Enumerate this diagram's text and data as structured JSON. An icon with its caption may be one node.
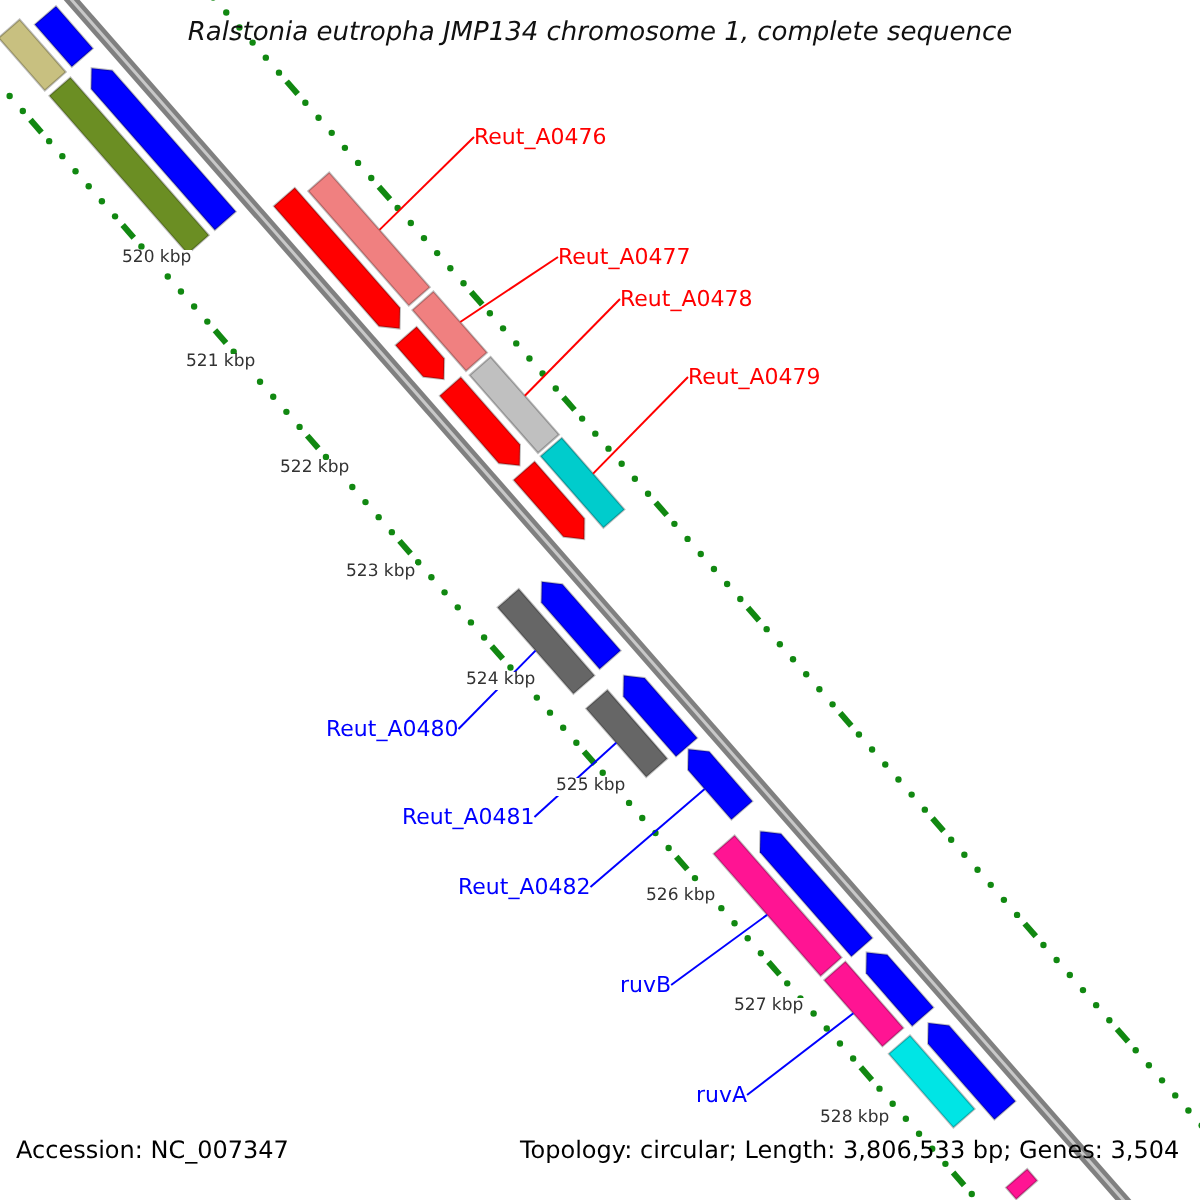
{
  "diagram": {
    "title": "Ralstonia eutropha JMP134 chromosome 1, complete sequence",
    "nodes": [
      {
        "text": [
          "Reut_A0476"
        ]
      },
      {
        "text": [
          "Reut_A0477"
        ]
      },
      {
        "text": [
          "Reut_A0478"
        ]
      },
      {
        "text": [
          "Reut_A0479"
        ]
      },
      {
        "text": [
          "Reut_A0480"
        ]
      },
      {
        "text": [
          "Reut_A0481"
        ]
      },
      {
        "text": [
          "Reut_A0482"
        ]
      },
      {
        "text": [
          "ruvB"
        ]
      },
      {
        "text": [
          "ruvA"
        ]
      },
      {
        "text": [],
        "shape": "bar"
      },
      {
        "text": [],
        "shape": "bar"
      },
      {
        "text": [],
        "shape": "arrow"
      },
      {
        "text": [],
        "shape": "bar"
      },
      {
        "text": [],
        "shape": "arrow"
      },
      {
        "text": [],
        "shape": "bar"
      },
      {
        "text": [],
        "shape": "arrow"
      },
      {
        "text": [],
        "shape": "bar"
      },
      {
        "text": [],
        "shape": "arrow"
      },
      {
        "text": [],
        "shape": "bar"
      },
      {
        "text": [],
        "shape": "arrow"
      },
      {
        "text": [],
        "shape": "bar"
      },
      {
        "text": [],
        "shape": "bar"
      },
      {
        "text": [],
        "shape": "arrow"
      },
      {
        "text": [],
        "shape": "arrow"
      },
      {
        "text": [],
        "shape": "bar"
      },
      {
        "text": [],
        "shape": "arrow"
      },
      {
        "text": [],
        "shape": "bar"
      },
      {
        "text": [],
        "shape": "arrow"
      },
      {
        "text": [],
        "shape": "bar"
      },
      {
        "text": [],
        "shape": "arrow"
      },
      {
        "text": [],
        "shape": "bar"
      },
      {
        "text": [],
        "shape": "arrow"
      },
      {
        "text": [],
        "shape": "bar"
      }
    ],
    "edges": [
      {
        "from": 0,
        "to": 14,
        "arrow": "none",
        "color": "#ff0000"
      },
      {
        "from": 1,
        "to": 16,
        "arrow": "none",
        "color": "#ff0000"
      },
      {
        "from": 2,
        "to": 18,
        "arrow": "none",
        "color": "#ff0000"
      },
      {
        "from": 3,
        "to": 20,
        "arrow": "none",
        "color": "#ff0000"
      },
      {
        "from": 4,
        "to": 21,
        "arrow": "none",
        "color": "#0000ff"
      },
      {
        "from": 5,
        "to": 24,
        "arrow": "none",
        "color": "#0000ff"
      },
      {
        "from": 6,
        "to": 25,
        "arrow": "none",
        "color": "#0000ff"
      },
      {
        "from": 7,
        "to": 26,
        "arrow": "none",
        "color": "#0000ff"
      },
      {
        "from": 8,
        "to": 28,
        "arrow": "none",
        "color": "#0000ff"
      }
    ],
    "labels": [
      "520 kbp",
      "521 kbp",
      "522 kbp",
      "523 kbp",
      "524 kbp",
      "525 kbp",
      "526 kbp",
      "527 kbp",
      "528 kbp",
      "Accession: NC_007347",
      "Topology: circular; Length: 3,806,533 bp; Genes: 3,504"
    ]
  }
}
